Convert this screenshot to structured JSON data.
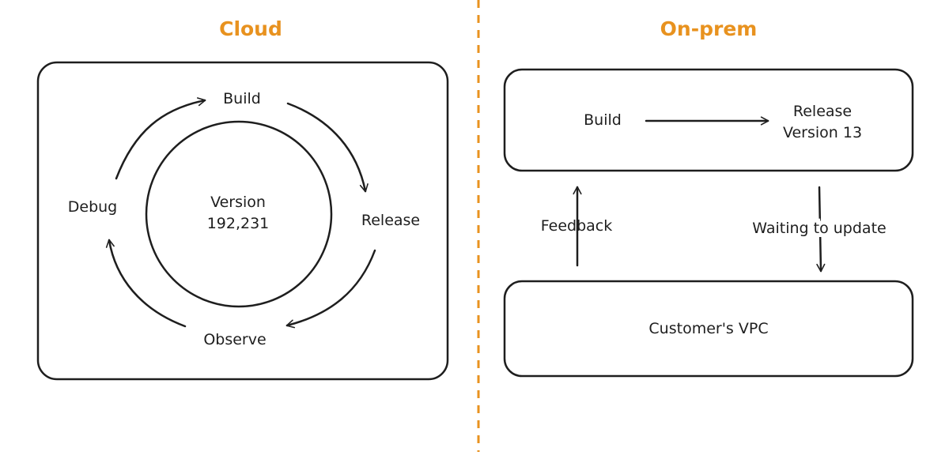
{
  "colors": {
    "accent": "#e8921f",
    "ink": "#1e1e1e",
    "background": "#ffffff"
  },
  "cloud": {
    "title": "Cloud",
    "version_line1": "Version",
    "version_line2": "192,231",
    "cycle": {
      "build": "Build",
      "release": "Release",
      "observe": "Observe",
      "debug": "Debug"
    }
  },
  "onprem": {
    "title": "On-prem",
    "build": "Build",
    "release_line1": "Release",
    "release_line2": "Version 13",
    "feedback": "Feedback",
    "waiting": "Waiting to update",
    "customer": "Customer's VPC"
  }
}
